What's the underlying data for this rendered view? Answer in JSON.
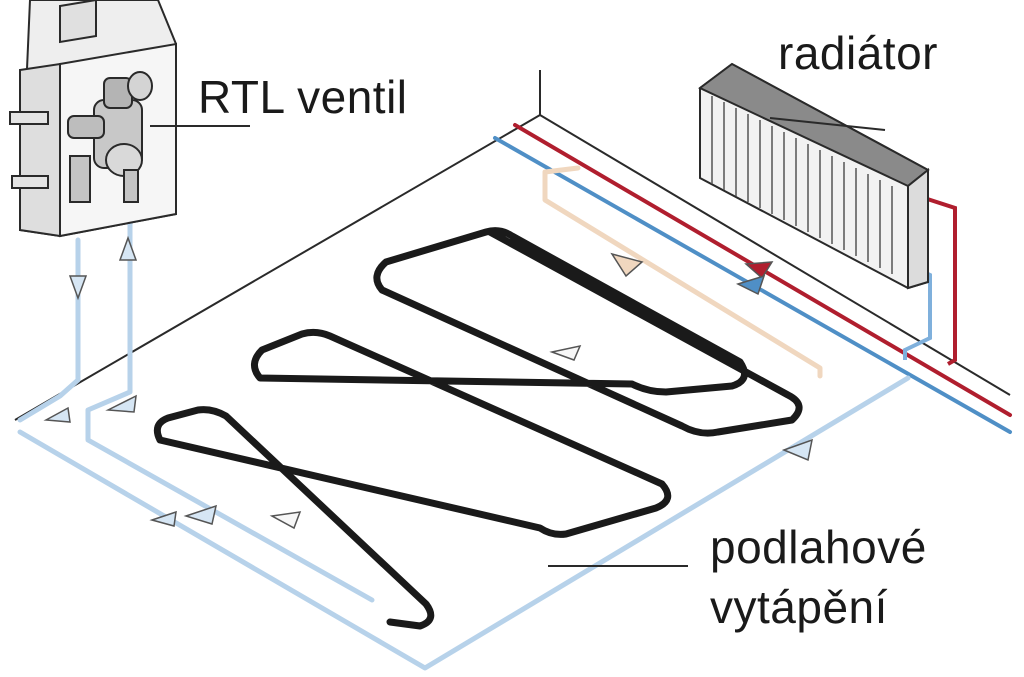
{
  "labels": {
    "valve": "RTL ventil",
    "radiator": "radiátor",
    "floor_heating_line1": "podlahové",
    "floor_heating_line2": "vytápění"
  },
  "colors": {
    "supply_hot": "#b01e2e",
    "return_cold": "#4f8fc6",
    "loop_pipe": "#1a1a1a",
    "floor_return": "#b7d2ea",
    "floor_supply_warm": "#f0d7bf",
    "outline": "#2a2a2a"
  },
  "icons": {
    "valve": "valve-unit-icon",
    "radiator": "radiator-icon",
    "flow_arrow": "flow-arrow-icon"
  }
}
